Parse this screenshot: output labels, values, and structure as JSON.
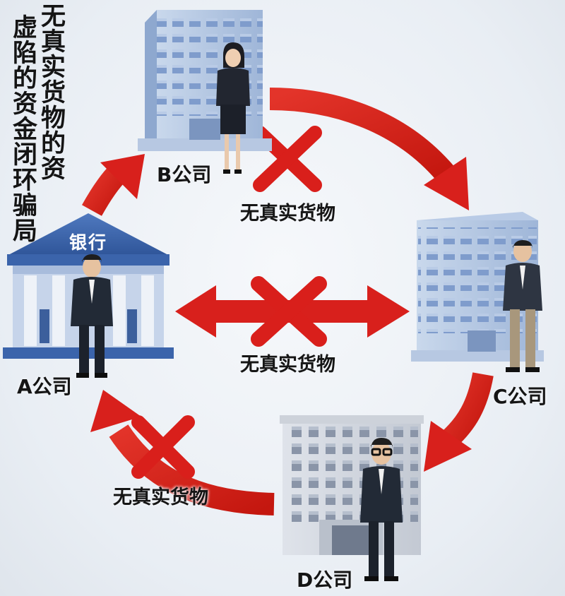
{
  "title": {
    "line1": "无真实货物的资",
    "line2": "虚陷的资金闭环骗局"
  },
  "bank": {
    "sign": "银行"
  },
  "companies": {
    "a": "A公司",
    "b": "B公司",
    "c": "C公司",
    "d": "D公司"
  },
  "notes": {
    "top": "无真实货物",
    "middle": "无真实货物",
    "bottom": "无真实货物"
  },
  "colors": {
    "arrow": "#d8201c",
    "cross": "#d91f1b",
    "building_blue": "#a9bfdd",
    "suit_dark": "#222a36"
  }
}
